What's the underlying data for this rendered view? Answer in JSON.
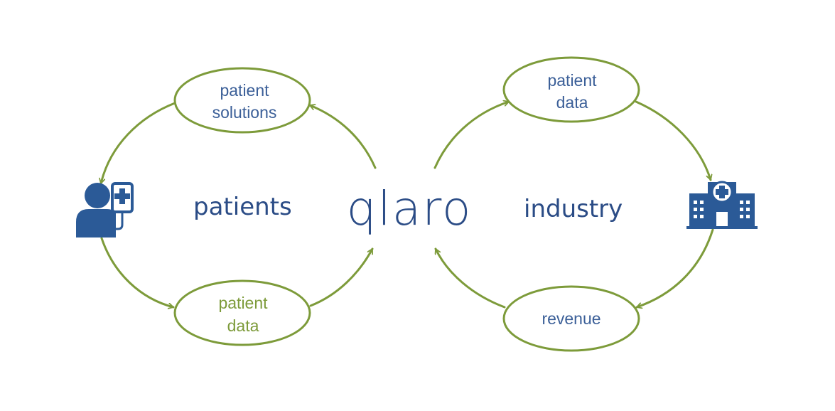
{
  "logo": "qlaro",
  "left": {
    "center_label": "patients",
    "top_node": [
      "patient",
      "solutions"
    ],
    "bottom_node": [
      "patient",
      "data"
    ]
  },
  "right": {
    "center_label": "industry",
    "top_node": [
      "patient",
      "data"
    ],
    "bottom_node": [
      "revenue"
    ]
  },
  "icons": {
    "patient": "patient-iv-drip-icon",
    "industry": "hospital-building-icon"
  },
  "colors": {
    "primary_blue": "#2b4c86",
    "label_blue": "#3b5f98",
    "accent_green": "#7d9b3a"
  }
}
